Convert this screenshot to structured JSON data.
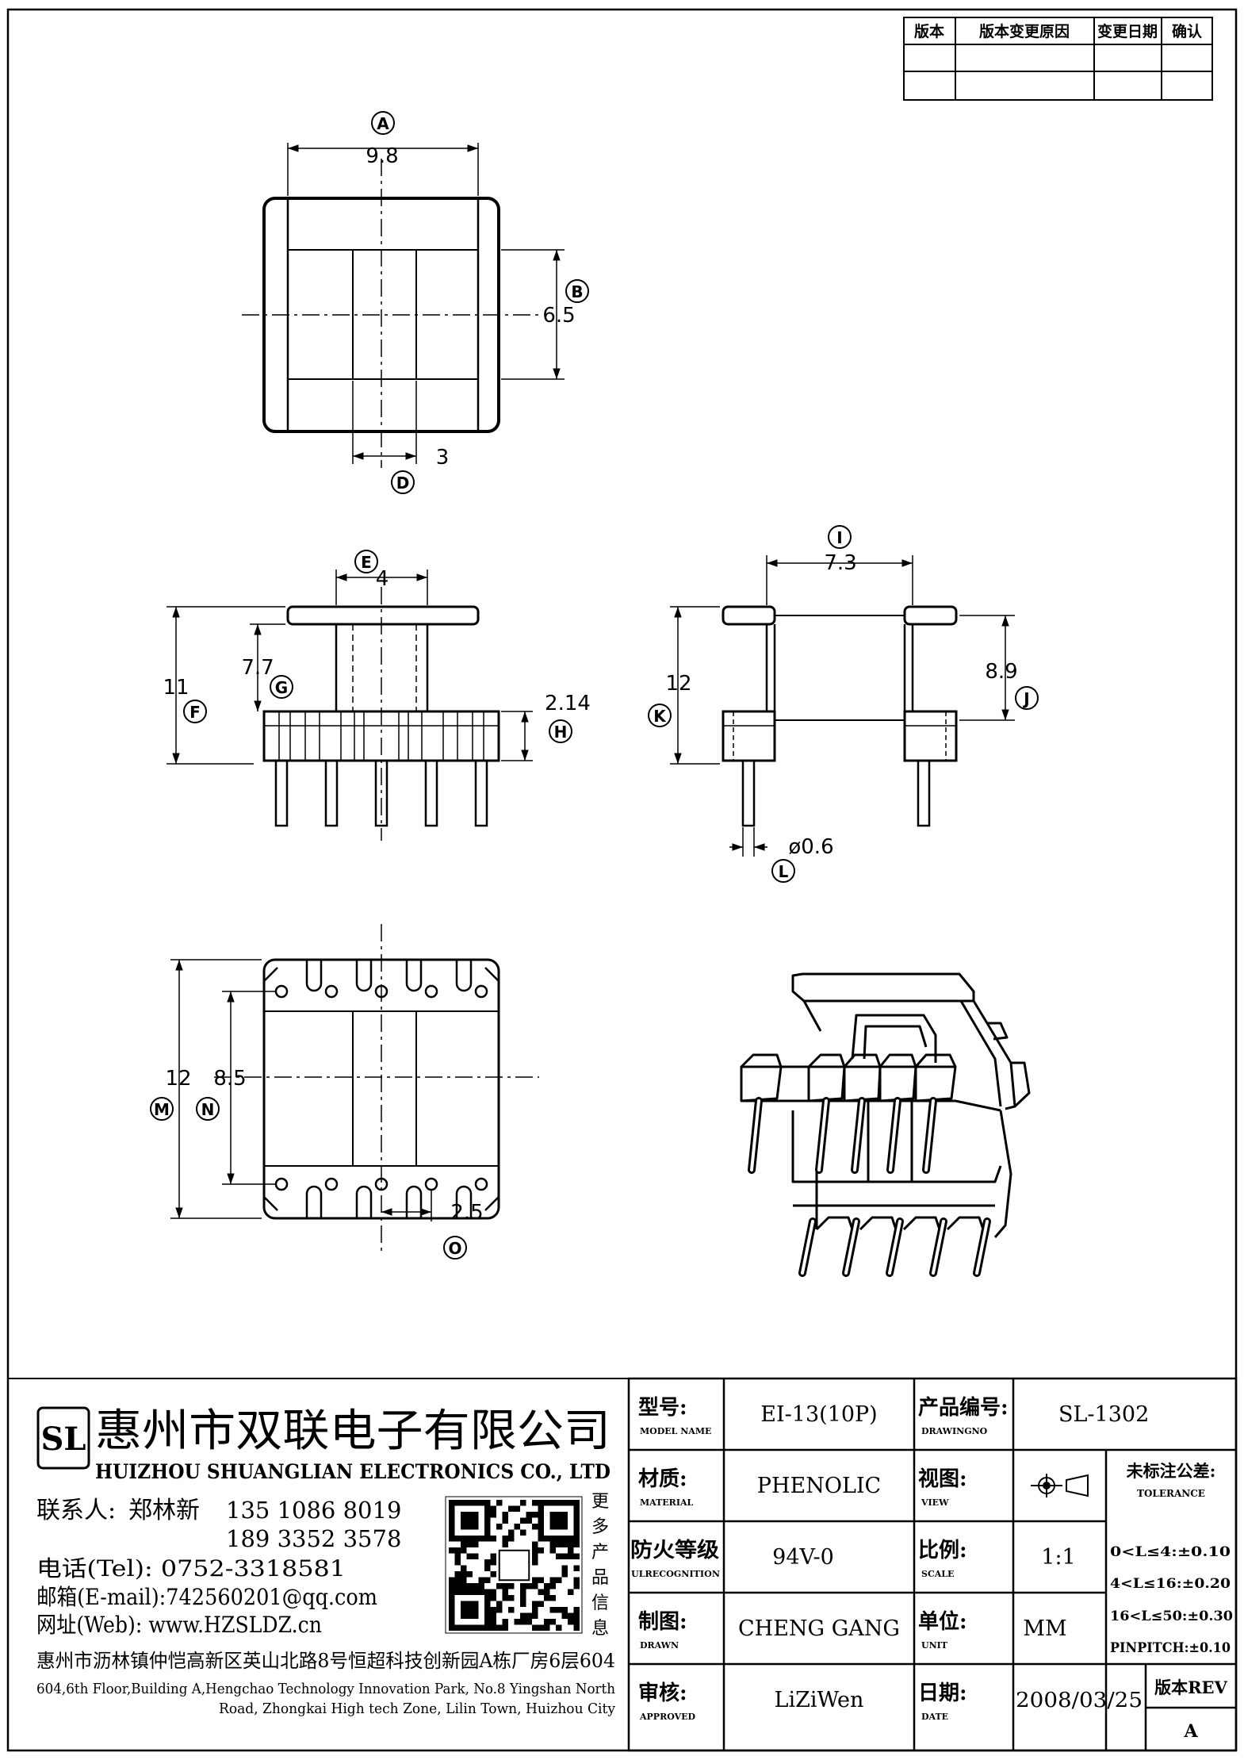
{
  "revision_table": {
    "headers": [
      "版本",
      "版本变更原因",
      "变更日期",
      "确认"
    ]
  },
  "dimensions": {
    "A": {
      "letter": "A",
      "value": "9.8"
    },
    "B": {
      "letter": "B",
      "value": "6.5"
    },
    "D": {
      "letter": "D",
      "value": "3"
    },
    "E": {
      "letter": "E",
      "value": "4"
    },
    "F": {
      "letter": "F",
      "value": "11"
    },
    "G": {
      "letter": "G",
      "value": "7.7"
    },
    "H": {
      "letter": "H",
      "value": "2.14"
    },
    "I": {
      "letter": "I",
      "value": "7.3"
    },
    "J": {
      "letter": "J",
      "value": "8.9"
    },
    "K": {
      "letter": "K",
      "value": "12"
    },
    "L": {
      "letter": "L",
      "value": "ø0.6"
    },
    "M": {
      "letter": "M",
      "value": "12"
    },
    "N": {
      "letter": "N",
      "value": "8.5"
    },
    "O": {
      "letter": "O",
      "value": "2.5"
    }
  },
  "company": {
    "logo_letters": "SL",
    "name_cn": "惠州市双联电子有限公司",
    "name_en": "HUIZHOU SHUANGLIAN ELECTRONICS CO., LTD",
    "contact_label": "联系人:",
    "contact_name": "郑林新",
    "phone1": "135 1086 8019",
    "phone2": "189 3352 3578",
    "tel": "电话(Tel): 0752-3318581",
    "email": "邮箱(E-mail):742560201@qq.com",
    "web": "网址(Web): www.HZSLDZ.cn",
    "more_products": [
      "更",
      "多",
      "产",
      "品",
      "信",
      "息"
    ],
    "address_cn": "惠州市沥林镇仲恺高新区英山北路8号恒超科技创新园A栋厂房6层604",
    "address_en1": "604,6th Floor,Building A,Hengchao Technology Innovation Park, No.8 Yingshan North",
    "address_en2": "Road, Zhongkai High tech Zone, Lilin Town, Huizhou City"
  },
  "title_block": {
    "model_label": "型号:",
    "model_label_en": "MODEL NAME",
    "model_value": "EI-13(10P)",
    "drawing_label": "产品编号:",
    "drawing_label_en": "DRAWINGNO",
    "drawing_value": "SL-1302",
    "material_label": "材质:",
    "material_label_en": "MATERIAL",
    "material_value": "PHENOLIC",
    "view_label": "视图:",
    "view_label_en": "VIEW",
    "fire_label": "防火等级",
    "fire_label_en": "ULRECOGNITION",
    "fire_value": "94V-0",
    "scale_label": "比例:",
    "scale_label_en": "SCALE",
    "scale_value": "1:1",
    "drawn_label": "制图:",
    "drawn_label_en": "DRAWN",
    "drawn_value": "CHENG GANG",
    "unit_label": "单位:",
    "unit_label_en": "UNIT",
    "unit_value": "MM",
    "approved_label": "审核:",
    "approved_label_en": "APPROVED",
    "approved_value": "LiZiWen",
    "date_label": "日期:",
    "date_label_en": "DATE",
    "date_value": "2008/03/25",
    "rev_label": "版本REV",
    "rev_value": "A",
    "tolerance_title": "未标注公差:",
    "tolerance_title_en": "TOLERANCE",
    "tolerances": [
      "0<L≤4:±0.10",
      "4<L≤16:±0.20",
      "16<L≤50:±0.30",
      "PINPITCH:±0.10"
    ]
  }
}
